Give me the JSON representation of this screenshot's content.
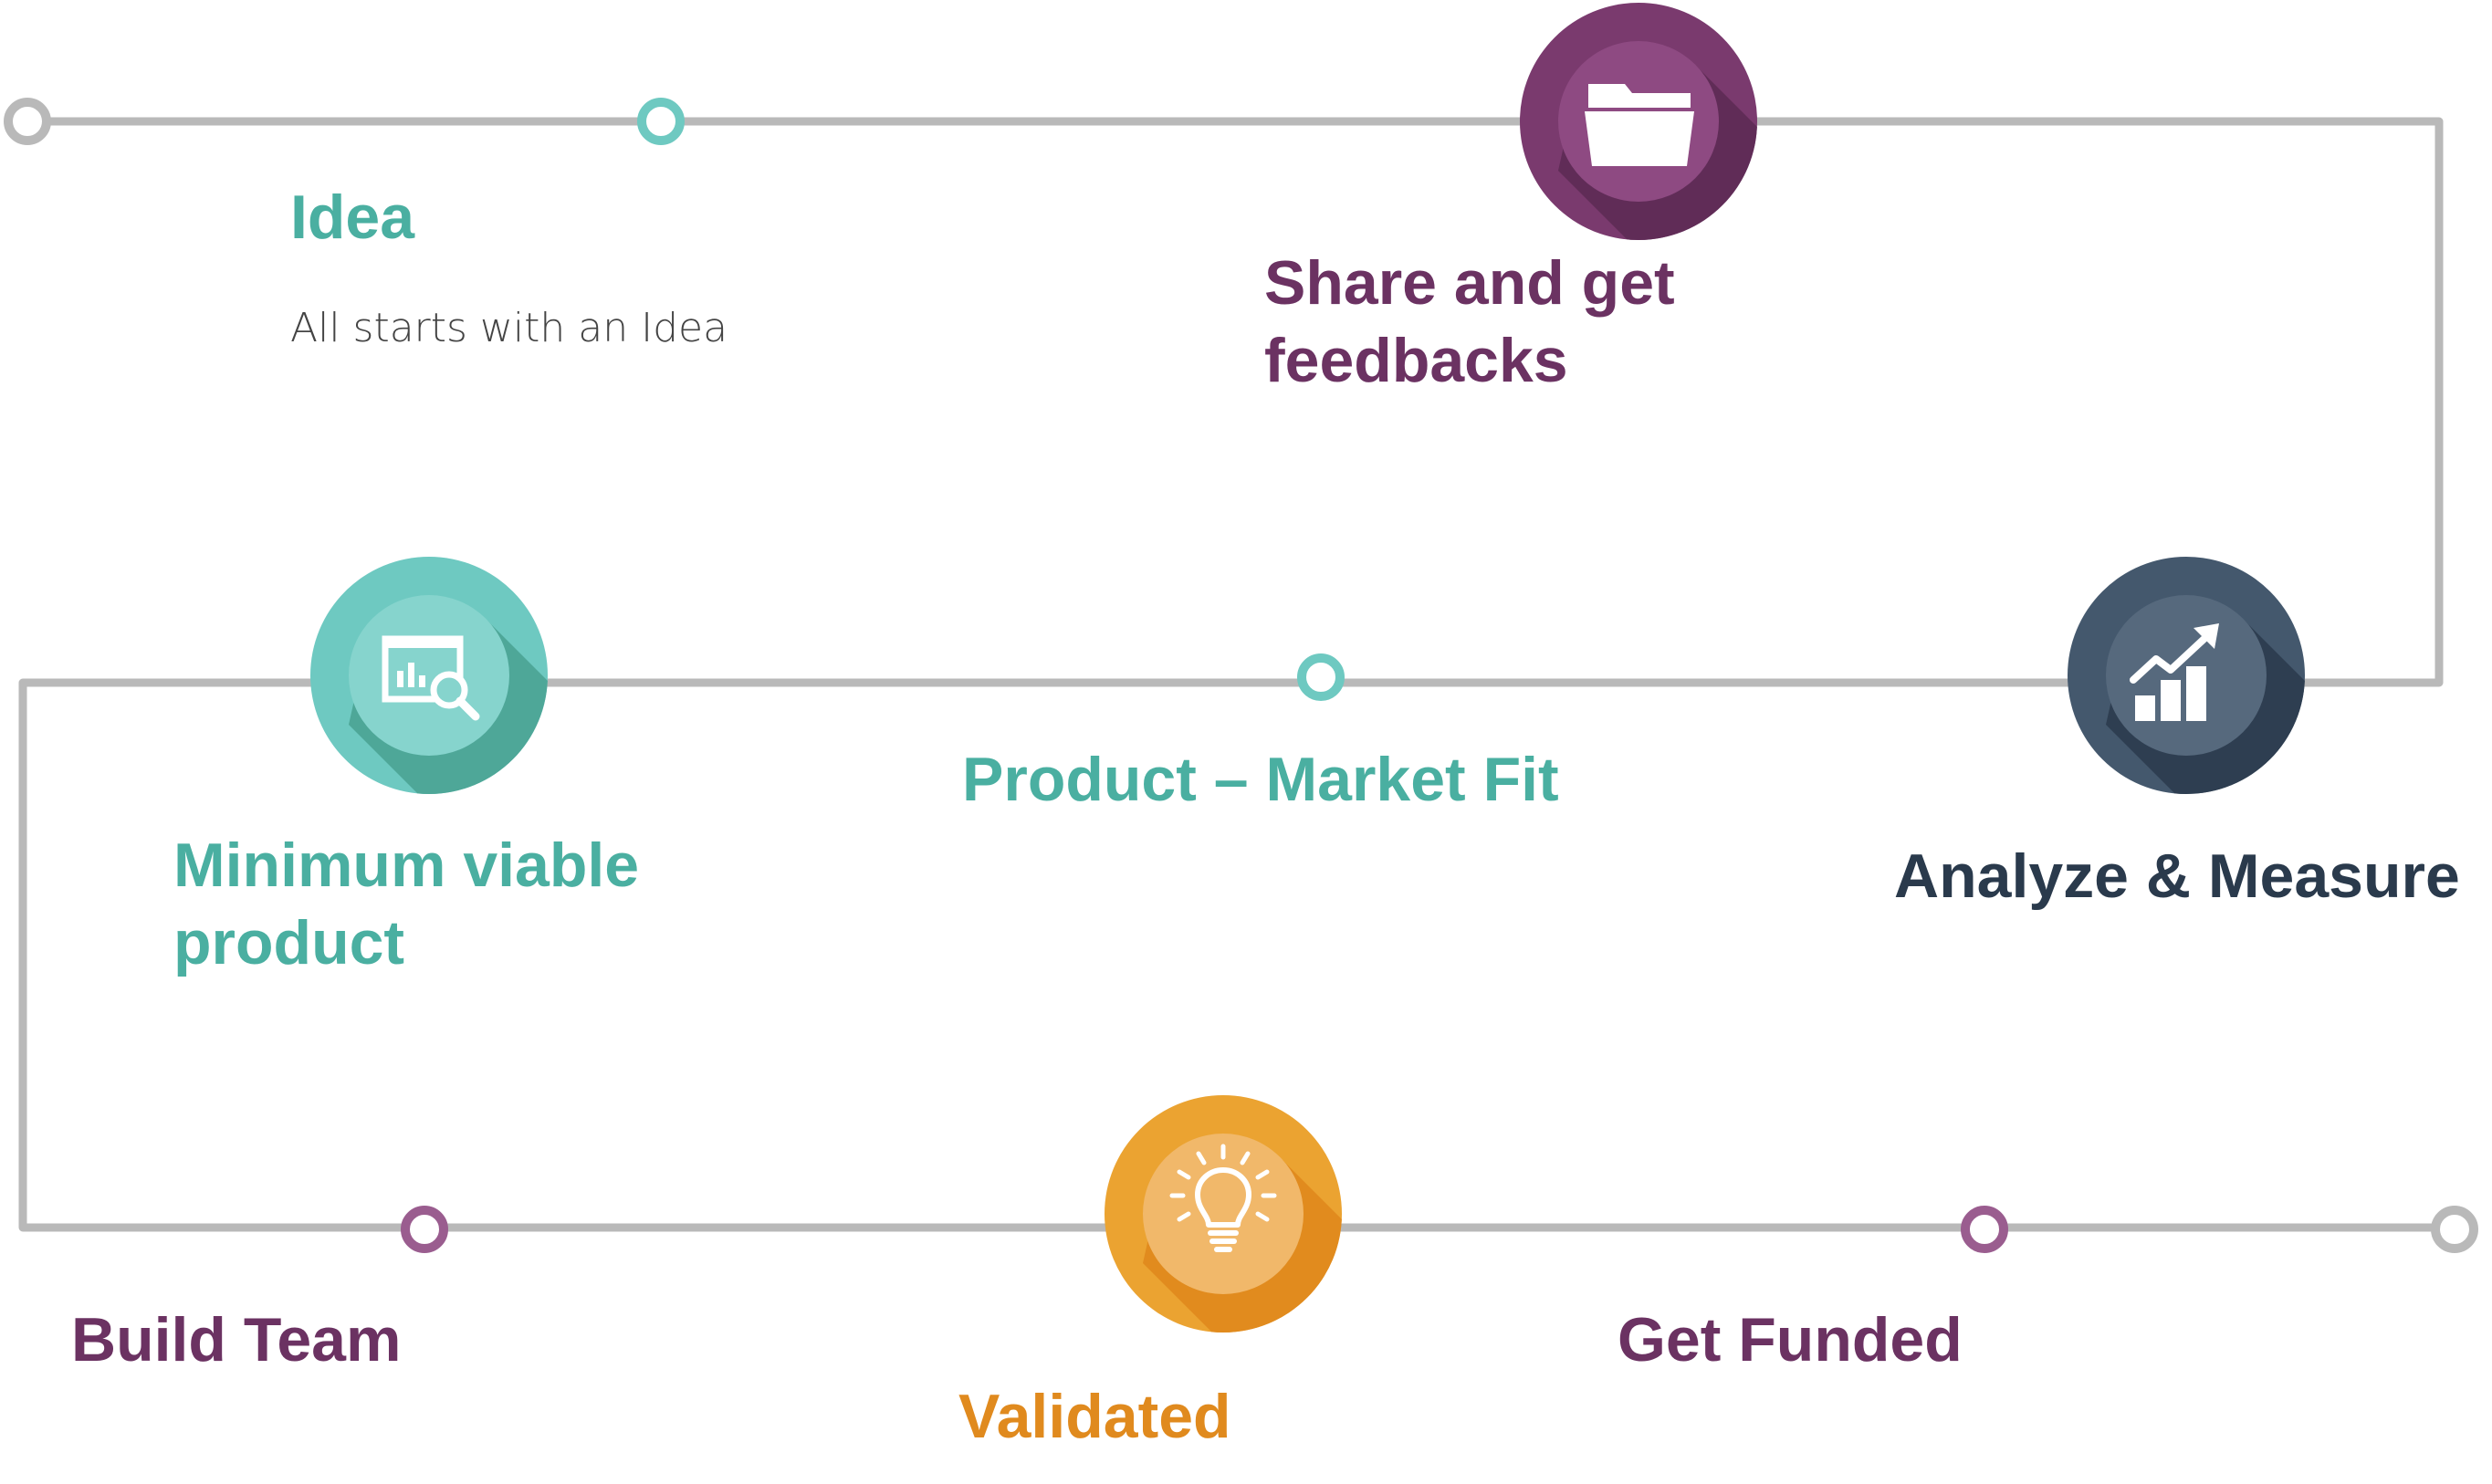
{
  "colors": {
    "teal": "#4aafa1",
    "teal_light": "#6ec9c1",
    "purple": "#6b3262",
    "purple_light": "#9a5d8f",
    "navy": "#2a3a4c",
    "orange": "#e08a1e",
    "connector_gray": "#b9b9b9"
  },
  "steps": [
    {
      "id": "idea",
      "title": "Idea",
      "description": "All starts with an Idea",
      "color": "teal"
    },
    {
      "id": "share",
      "title": "Share and get\nfeedbacks",
      "icon": "folder-icon",
      "color": "purple"
    },
    {
      "id": "analyze",
      "title": "Analyze & Measure",
      "icon": "growth-chart-icon",
      "color": "navy"
    },
    {
      "id": "product-market-fit",
      "title": "Product – Market Fit",
      "color": "teal"
    },
    {
      "id": "mvp",
      "title": "Minimum viable\nproduct",
      "icon": "report-search-icon",
      "color": "teal"
    },
    {
      "id": "build-team",
      "title": "Build Team",
      "color": "purple"
    },
    {
      "id": "validated",
      "title": "Validated",
      "icon": "lightbulb-icon",
      "color": "orange"
    },
    {
      "id": "get-funded",
      "title": "Get Funded",
      "color": "purple"
    }
  ]
}
